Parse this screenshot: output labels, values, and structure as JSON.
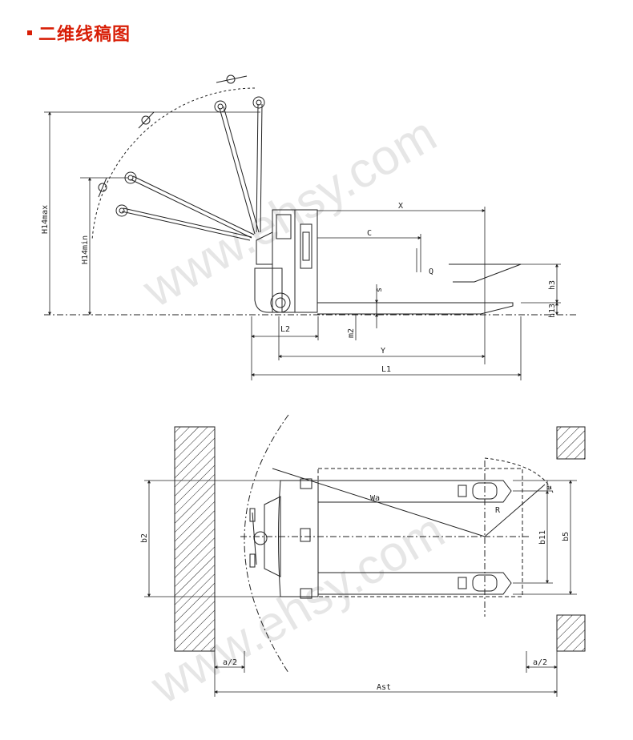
{
  "title": "二维线稿图",
  "watermark": "www.ehsy.com",
  "colors": {
    "title": "#d81e06",
    "line": "#222222",
    "watermark": "#e6e6e6"
  },
  "side_view": {
    "labels": {
      "x": "X",
      "c": "C",
      "q": "Q",
      "s": "s",
      "h3": "h3",
      "h13": "h13",
      "h14max": "H14max",
      "h14min": "H14min",
      "l2": "L2",
      "m2": "m2",
      "y": "Y",
      "l1": "L1"
    }
  },
  "top_view": {
    "labels": {
      "wa": "Wa",
      "r": "R",
      "e": "e",
      "b11": "b11",
      "b5": "b5",
      "b2": "b2",
      "a_half_left": "a/2",
      "a_half_right": "a/2",
      "ast": "Ast"
    }
  }
}
